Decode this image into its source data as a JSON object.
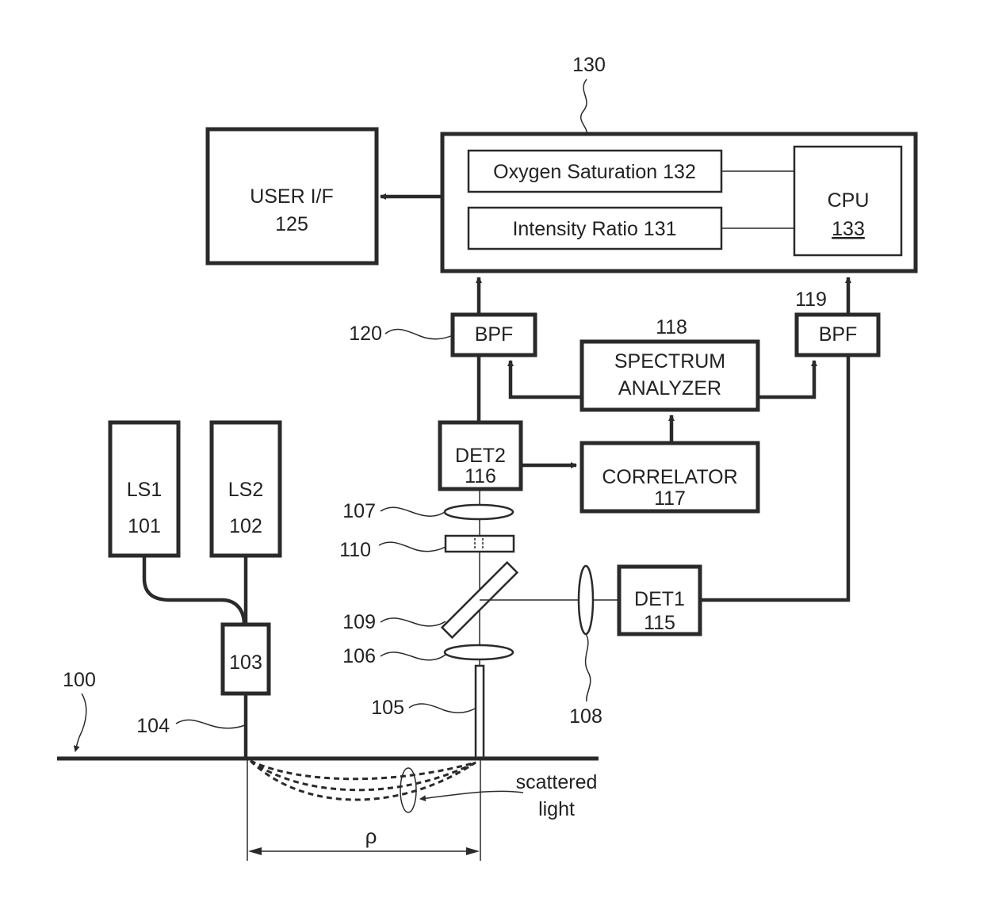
{
  "diagram": {
    "type": "block diagram",
    "subject": "optical oxygen saturation measurement apparatus",
    "blocks": {
      "processor": {
        "ref": "130"
      },
      "oxygen_saturation": {
        "label": "Oxygen Saturation 132"
      },
      "intensity_ratio": {
        "label": "Intensity Ratio 131"
      },
      "cpu": {
        "label": "CPU",
        "ref": "133"
      },
      "user_if": {
        "label": "USER I/F",
        "ref": "125"
      },
      "bpf_left": {
        "label": "BPF",
        "ref": "120"
      },
      "bpf_right": {
        "label": "BPF",
        "ref": "119"
      },
      "spectrum_analyzer": {
        "line1": "SPECTRUM",
        "line2": "ANALYZER",
        "ref": "118"
      },
      "correlator": {
        "label": "CORRELATOR",
        "ref": "117"
      },
      "det2": {
        "label": "DET2",
        "ref": "116"
      },
      "det1": {
        "label": "DET1",
        "ref": "115"
      },
      "ls1": {
        "label": "LS1",
        "ref": "101"
      },
      "ls2": {
        "label": "LS2",
        "ref": "102"
      },
      "combiner": {
        "ref": "103"
      }
    },
    "reference_labels": {
      "tissue": "100",
      "fiber_in": "104",
      "fiber_out": "105",
      "lens_106": "106",
      "lens_107": "107",
      "lens_108": "108",
      "beam_splitter": "109",
      "element_110": "110"
    },
    "annotations": {
      "scattered_light_line1": "scattered",
      "scattered_light_line2": "light",
      "distance_symbol": "ρ"
    }
  }
}
